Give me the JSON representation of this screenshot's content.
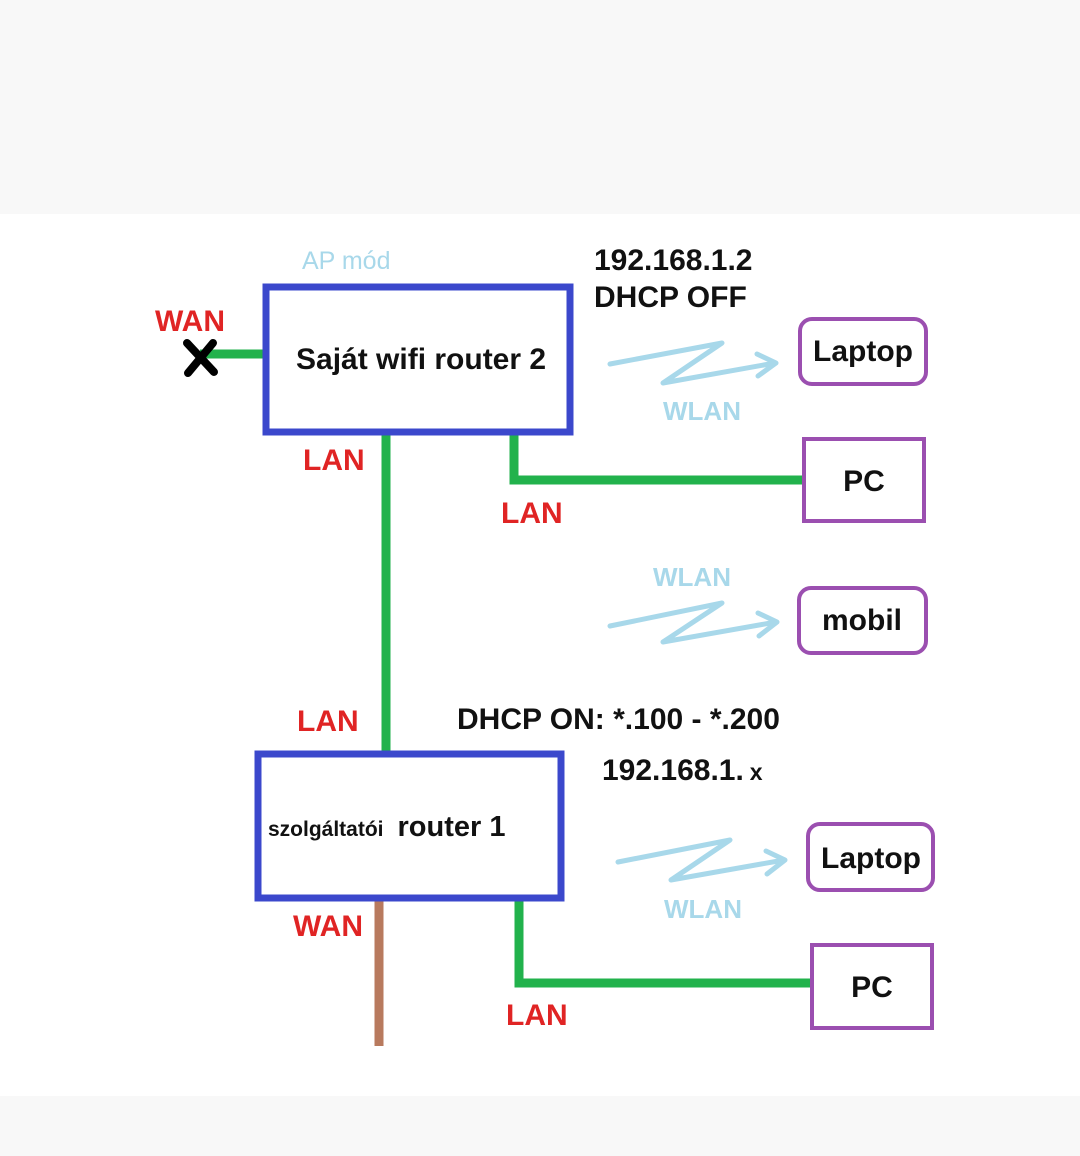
{
  "router2": {
    "label": "Saját wifi router 2",
    "mode": "AP mód",
    "ip": "192.168.1.2",
    "dhcp": "DHCP OFF",
    "wan_label": "WAN",
    "lan_down_label": "LAN",
    "lan_pc_label": "LAN"
  },
  "router1": {
    "label_prefix": "szolgáltatói",
    "label_main": "router 1",
    "dhcp": "DHCP ON: *.100 - *.200",
    "ip_prefix": "192.168.1.",
    "ip_suffix": "x",
    "lan_up_label": "LAN",
    "wan_label": "WAN",
    "lan_pc_label": "LAN"
  },
  "devices": {
    "laptop_top": "Laptop",
    "pc_top": "PC",
    "mobil": "mobil",
    "laptop_bottom": "Laptop",
    "pc_bottom": "PC"
  },
  "wlan_labels": {
    "top": "WLAN",
    "middle": "WLAN",
    "bottom": "WLAN"
  },
  "colors": {
    "router_border": "#3b48cc",
    "device_border": "#9b4fb0",
    "lan_line": "#22b24c",
    "wan_line": "#b87a5e",
    "wlan": "#a8d8ea",
    "label_red": "#e02424"
  }
}
